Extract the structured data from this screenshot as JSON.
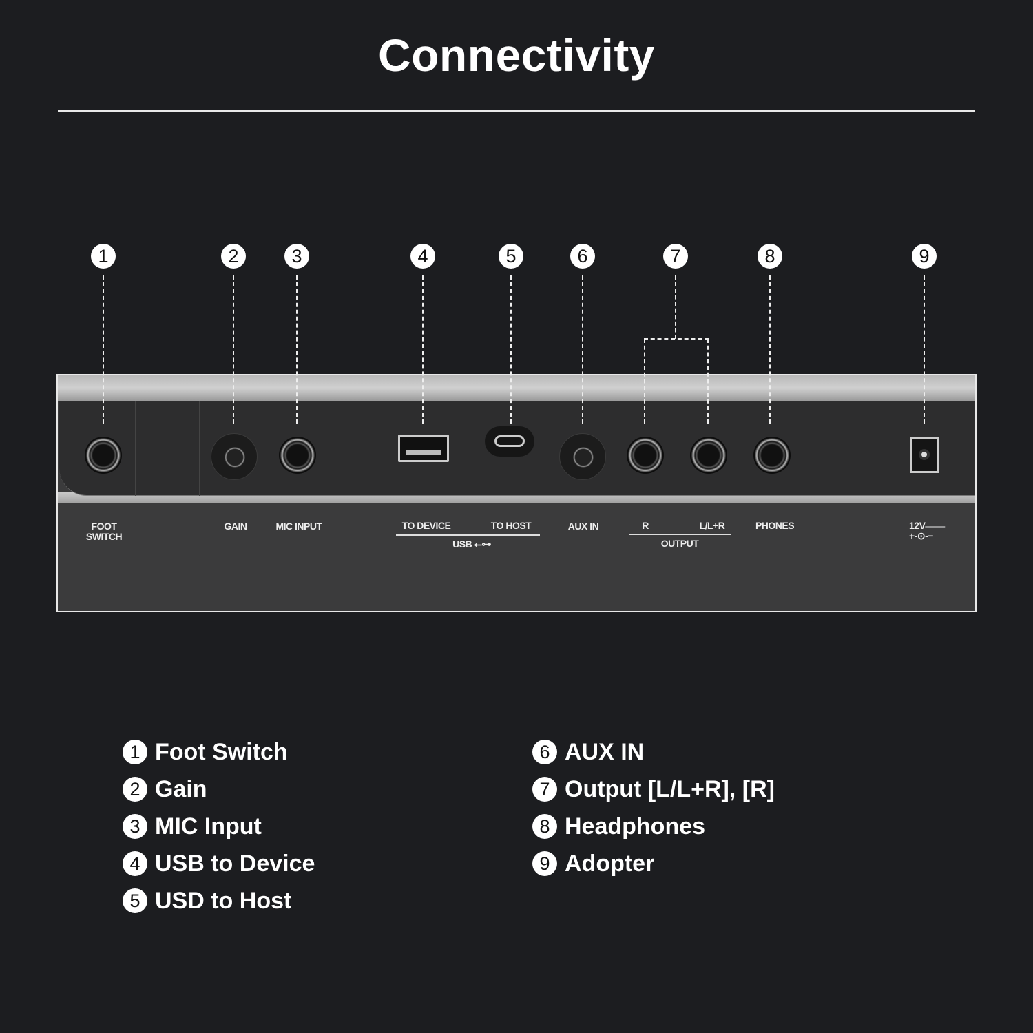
{
  "title": "Connectivity",
  "callouts": [
    "1",
    "2",
    "3",
    "4",
    "5",
    "6",
    "7",
    "8",
    "9"
  ],
  "panel_labels": {
    "foot_switch_1": "FOOT",
    "foot_switch_2": "SWITCH",
    "gain": "GAIN",
    "mic_input": "MIC INPUT",
    "to_device": "TO DEVICE",
    "to_host": "TO HOST",
    "usb": "USB",
    "aux_in": "AUX IN",
    "r": "R",
    "l_lr": "L/L+R",
    "output": "OUTPUT",
    "phones": "PHONES",
    "dc_12v": "12V"
  },
  "legend": [
    {
      "num": "1",
      "label": "Foot Switch"
    },
    {
      "num": "2",
      "label": "Gain"
    },
    {
      "num": "3",
      "label": "MIC Input"
    },
    {
      "num": "4",
      "label": "USB to Device"
    },
    {
      "num": "5",
      "label": "USD to Host"
    },
    {
      "num": "6",
      "label": "AUX IN"
    },
    {
      "num": "7",
      "label": "Output [L/L+R], [R]"
    },
    {
      "num": "8",
      "label": "Headphones"
    },
    {
      "num": "9",
      "label": "Adopter"
    }
  ]
}
